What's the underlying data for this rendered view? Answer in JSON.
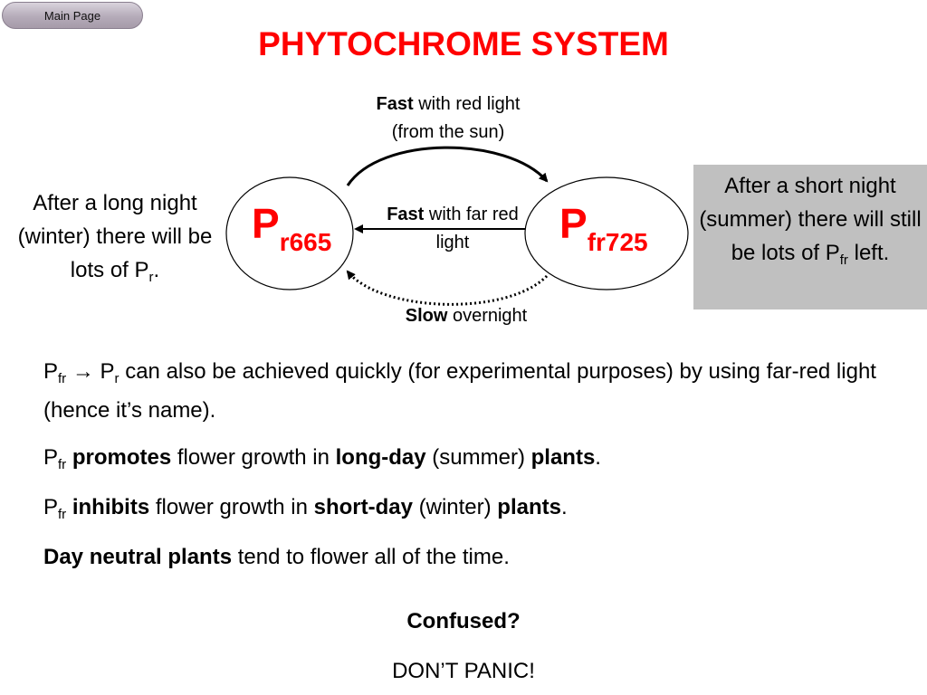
{
  "nav": {
    "main_page": "Main Page"
  },
  "title": "PHYTOCHROME SYSTEM",
  "diagram": {
    "node_left": {
      "main": "P",
      "sub": "r665"
    },
    "node_right": {
      "main": "P",
      "sub": "fr725"
    },
    "top_arrow": {
      "bold": "Fast",
      "rest": " with red light",
      "line2": "(from the sun)"
    },
    "middle_arrow": {
      "bold": "Fast",
      "rest": " with far red",
      "line2": "light"
    },
    "bottom_arrow": {
      "bold": "Slow",
      "rest": " overnight"
    }
  },
  "left_note": {
    "text": "After a long night (winter) there will be lots of P",
    "sub": "r",
    "end": "."
  },
  "right_note": {
    "text": "After a short night (summer) there will still be lots of P",
    "sub": "fr",
    "end": " left."
  },
  "paragraphs": {
    "p1": {
      "a": "P",
      "a_sub": "fr",
      "arrow": " → P",
      "b_sub": "r",
      "rest": " can also be achieved quickly (for experimental purposes) by using far-red light (hence it’s name)."
    },
    "p2": {
      "a": "P",
      "a_sub": "fr",
      "b1": " promotes",
      "t1": " flower growth in ",
      "b2": "long-day",
      "t2": " (summer) ",
      "b3": "plants",
      "t3": "."
    },
    "p3": {
      "a": "P",
      "a_sub": "fr",
      "b1": " inhibits",
      "t1": " flower growth in ",
      "b2": "short-day",
      "t2": " (winter) ",
      "b3": "plants",
      "t3": "."
    },
    "p4": {
      "b1": "Day neutral plants",
      "t1": " tend to flower all of the time."
    }
  },
  "footer": {
    "confused": "Confused?",
    "dont_panic": "DON’T PANIC!"
  }
}
